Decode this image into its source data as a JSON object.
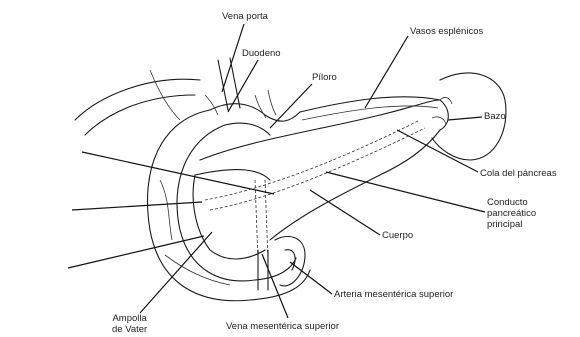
{
  "labels": {
    "vena_porta": "Vena porta",
    "duodeno": "Duodeno",
    "piloro": "Píloro",
    "vasos_esplenicos": "Vasos esplénicos",
    "bazo": "Bazo",
    "cola_del_pancreas": "Cola del páncreas",
    "conducto_pancreatico_principal": [
      "Conducto",
      "pancreático",
      "principal"
    ],
    "cuerpo": "Cuerpo",
    "arteria_mesenterica_superior": "Arteria mesentérica superior",
    "vena_mesenterica_superior": "Vena mesentérica superior",
    "ampolla_de_vater": [
      "Ampolla",
      "de Vater"
    ]
  },
  "faint_labels": {
    "left_top": [
      "",
      "",
      ""
    ],
    "left_mid": [
      "",
      ""
    ],
    "left_low": [
      ""
    ]
  }
}
